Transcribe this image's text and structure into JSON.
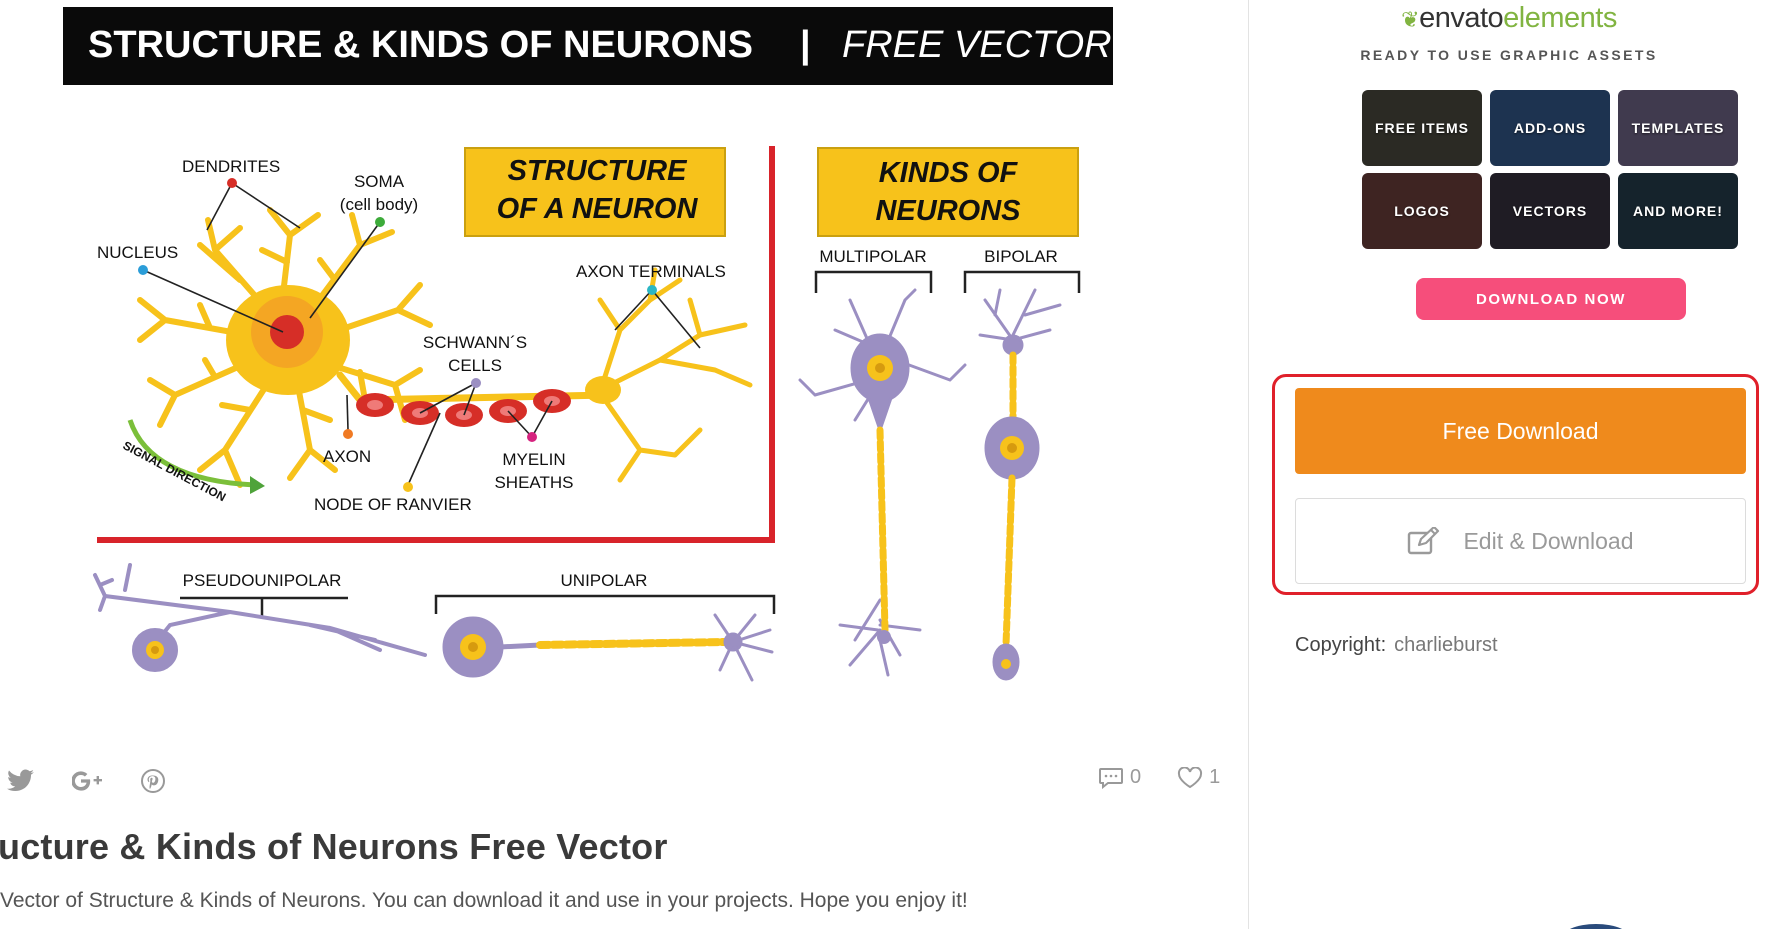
{
  "preview": {
    "banner_title": "STRUCTURE & KINDS OF NEURONS",
    "banner_separator": "|",
    "banner_sub": "FREE  VECTOR",
    "structure_box": [
      "STRUCTURE",
      "OF A NEURON"
    ],
    "kinds_box": [
      "KINDS OF",
      "NEURONS"
    ],
    "labels": {
      "dendrites": "DENDRITES",
      "soma": "SOMA",
      "cell_body": "(cell body)",
      "nucleus": "NUCLEUS",
      "axon_terminals": "AXON TERMINALS",
      "schwann_1": "SCHWANN´S",
      "schwann_2": "CELLS",
      "axon": "AXON",
      "myelin_1": "MYELIN",
      "myelin_2": "SHEATHS",
      "node_of_ranvier": "NODE OF RANVIER",
      "signal_direction": "SIGNAL DIRECTION",
      "multipolar": "MULTIPOLAR",
      "bipolar": "BIPOLAR",
      "pseudounipolar": "PSEUDOUNIPOLAR",
      "unipolar": "UNIPOLAR"
    }
  },
  "share": {
    "icons": [
      "twitter-icon",
      "google-plus-icon",
      "pinterest-icon"
    ]
  },
  "stats": {
    "comments": "0",
    "likes": "1"
  },
  "item": {
    "title": "ucture & Kinds of Neurons Free Vector",
    "description": "Vector of Structure & Kinds of Neurons. You can download it and use in your projects. Hope you enjoy it!"
  },
  "envato": {
    "logo_part1": "envato",
    "logo_part2": "elements",
    "tagline": "READY TO USE GRAPHIC ASSETS",
    "tiles": [
      {
        "label": "FREE ITEMS",
        "color": "#2b2a24"
      },
      {
        "label": "ADD-ONS",
        "color": "#1d3350"
      },
      {
        "label": "TEMPLATES",
        "color": "#403a4e"
      },
      {
        "label": "LOGOS",
        "color": "#3e2422"
      },
      {
        "label": "VECTORS",
        "color": "#1f1c24"
      },
      {
        "label": "AND MORE!",
        "color": "#15232c"
      }
    ],
    "cta": "DOWNLOAD NOW"
  },
  "downloads": {
    "free_label": "Free Download",
    "edit_label": "Edit & Download"
  },
  "copyright": {
    "label": "Copyright:",
    "author": "charlieburst"
  },
  "colors": {
    "accent_orange": "#ef8a1c",
    "cta_pink": "#f64e7b",
    "highlight_red": "#e0202a",
    "neuron_yellow": "#f7c21b",
    "neuron_purple": "#9b8fc2",
    "label_yellow": "#f7c21b"
  }
}
